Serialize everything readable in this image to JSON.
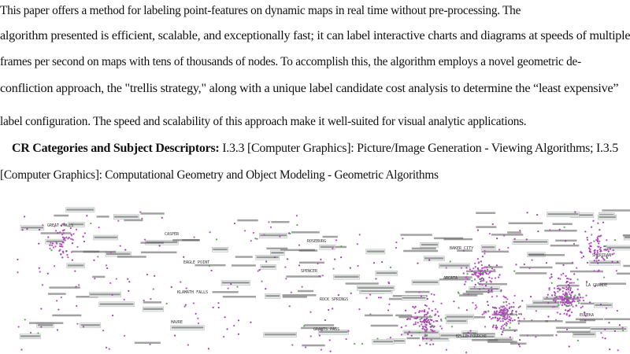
{
  "abstract": {
    "lines": [
      "This paper offers a method for labeling point-features on dynamic maps in real time without pre-processing. The",
      "algorithm presented is efficient, scalable, and exceptionally fast; it can label interactive charts and diagrams at speeds of multiple",
      "frames per second on maps with tens of thousands of nodes. To accomplish this, the algorithm employs a novel geometric de-",
      "confliction approach, the \"trellis strategy,\" along with a unique label candidate cost analysis to determine the “least expensive”",
      "label configuration. The speed and scalability of this approach make it well-suited for visual analytic applications."
    ]
  },
  "cr_categories": {
    "heading": "CR Categories and Subject Descriptors:",
    "line1": " I.3.3 [Computer Graphics]: Picture/Image Generation - Viewing Algorithms; I.3.5",
    "line2": "[Computer Graphics]: Computational Geometry and Object Modeling - Geometric Algorithms"
  },
  "figure": {
    "point_colors": [
      "#c050c8",
      "#a040b0",
      "#50b050"
    ],
    "map_labels": [
      "GREAT FALLS",
      "EAGLE POINT",
      "ROCK SPRINGS",
      "BELLE FOURCHE",
      "SHERIDAN",
      "KLAMATH FALLS",
      "GRANTS PASS",
      "BAKER CITY",
      "LA GRANDE",
      "HAVRE",
      "ROSEBURG",
      "ARCATA",
      "EUREKA",
      "CASPER",
      "SPENCER"
    ]
  }
}
